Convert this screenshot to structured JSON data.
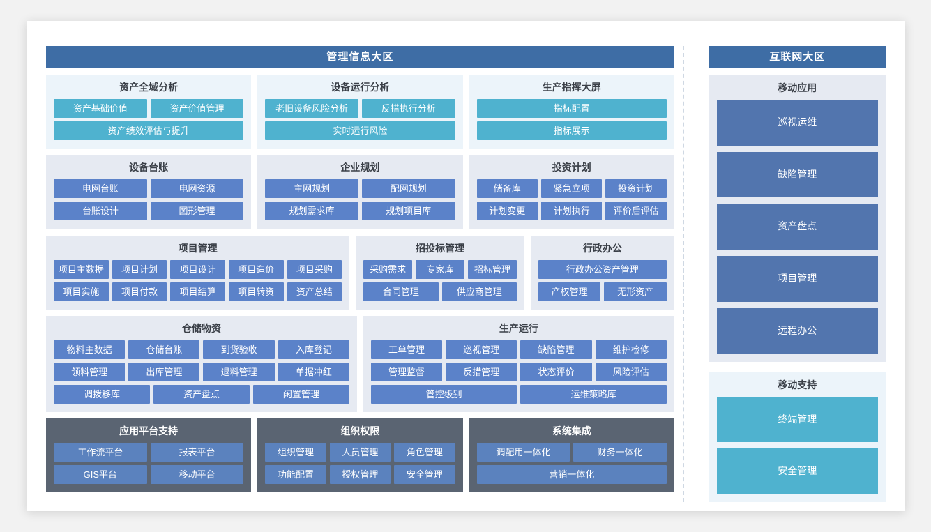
{
  "regions": {
    "main": {
      "title": "管理信息大区",
      "bands": [
        {
          "panels": [
            {
              "title": "资产全域分析",
              "style": "teal",
              "flex": 2.28,
              "rows": [
                [
                  "资产基础价值",
                  "资产价值管理"
                ],
                [
                  "资产绩效评估与提升"
                ]
              ]
            },
            {
              "title": "设备运行分析",
              "style": "teal",
              "flex": 2.28,
              "rows": [
                [
                  "老旧设备风险分析",
                  "反措执行分析"
                ],
                [
                  "实时运行风险"
                ]
              ]
            },
            {
              "title": "生产指挥大屏",
              "style": "teal",
              "flex": 2.28,
              "rows": [
                [
                  "指标配置"
                ],
                [
                  "指标展示"
                ]
              ]
            }
          ]
        },
        {
          "panels": [
            {
              "title": "设备台账",
              "style": "blue",
              "flex": 2.28,
              "rows": [
                [
                  "电网台账",
                  "电网资源"
                ],
                [
                  "台账设计",
                  "图形管理"
                ]
              ]
            },
            {
              "title": "企业规划",
              "style": "blue",
              "flex": 2.28,
              "rows": [
                [
                  "主网规划",
                  "配网规划"
                ],
                [
                  "规划需求库",
                  "规划项目库"
                ]
              ]
            },
            {
              "title": "投资计划",
              "style": "blue",
              "flex": 2.28,
              "rows": [
                [
                  "储备库",
                  "紧急立项",
                  "投资计划"
                ],
                [
                  "计划变更",
                  "计划执行",
                  "评价后评估"
                ]
              ]
            }
          ]
        },
        {
          "panels": [
            {
              "title": "项目管理",
              "style": "blue",
              "flex": 3.46,
              "rows": [
                [
                  "项目主数据",
                  "项目计划",
                  "项目设计",
                  "项目造价",
                  "项目采购"
                ],
                [
                  "项目实施",
                  "项目付款",
                  "项目结算",
                  "项目转资",
                  "资产总结"
                ]
              ]
            },
            {
              "title": "招投标管理",
              "style": "blue",
              "flex": 1.84,
              "rows": [
                [
                  "采购需求",
                  "专家库",
                  "招标管理"
                ],
                [
                  "合同管理",
                  "供应商管理"
                ]
              ]
            },
            {
              "title": "行政办公",
              "style": "blue",
              "flex": 1.54,
              "rows": [
                [
                  "行政办公资产管理"
                ],
                [
                  "产权管理",
                  "无形资产"
                ]
              ]
            }
          ]
        },
        {
          "panels": [
            {
              "title": "仓储物资",
              "style": "blue",
              "flex": 1.0,
              "rows": [
                [
                  "物料主数据",
                  "仓储台账",
                  "到货验收",
                  "入库登记"
                ],
                [
                  "领料管理",
                  "出库管理",
                  "退料管理",
                  "单据冲红"
                ],
                [
                  "调拨移库",
                  "资产盘点",
                  "闲置管理"
                ]
              ]
            },
            {
              "title": "生产运行",
              "style": "blue",
              "flex": 1.0,
              "rows": [
                [
                  "工单管理",
                  "巡视管理",
                  "缺陷管理",
                  "维护检修"
                ],
                [
                  "管理监督",
                  "反措管理",
                  "状态评价",
                  "风险评估"
                ],
                [
                  "管控级别",
                  "运维策略库"
                ]
              ]
            }
          ]
        },
        {
          "panels": [
            {
              "title": "应用平台支持",
              "style": "dark",
              "flex": 2.28,
              "rows": [
                [
                  "工作流平台",
                  "报表平台"
                ],
                [
                  "GIS平台",
                  "移动平台"
                ]
              ]
            },
            {
              "title": "组织权限",
              "style": "dark",
              "flex": 2.28,
              "rows": [
                [
                  "组织管理",
                  "人员管理",
                  "角色管理"
                ],
                [
                  "功能配置",
                  "授权管理",
                  "安全管理"
                ]
              ]
            },
            {
              "title": "系统集成",
              "style": "dark",
              "flex": 2.28,
              "rows": [
                [
                  "调配用一体化",
                  "财务一体化"
                ],
                [
                  "营销一体化"
                ]
              ]
            }
          ]
        }
      ]
    },
    "internet": {
      "title": "互联网大区",
      "panels": [
        {
          "title": "移动应用",
          "style": "blue",
          "items": [
            "巡视运维",
            "缺陷管理",
            "资产盘点",
            "项目管理",
            "远程办公"
          ]
        },
        {
          "title": "移动支持",
          "style": "teal",
          "items": [
            "终端管理",
            "安全管理"
          ]
        }
      ]
    }
  },
  "colors": {
    "header_blue": "#3E6DA5",
    "chip_teal": "#4FB2CF",
    "chip_blue": "#5B82C9",
    "panel_teal_bg": "#ECF4FA",
    "panel_blue_bg": "#E6EAF2",
    "panel_dark_bg": "#5A6472",
    "card_bg": "#FFFFFF",
    "page_bg": "#F2F2F2"
  }
}
